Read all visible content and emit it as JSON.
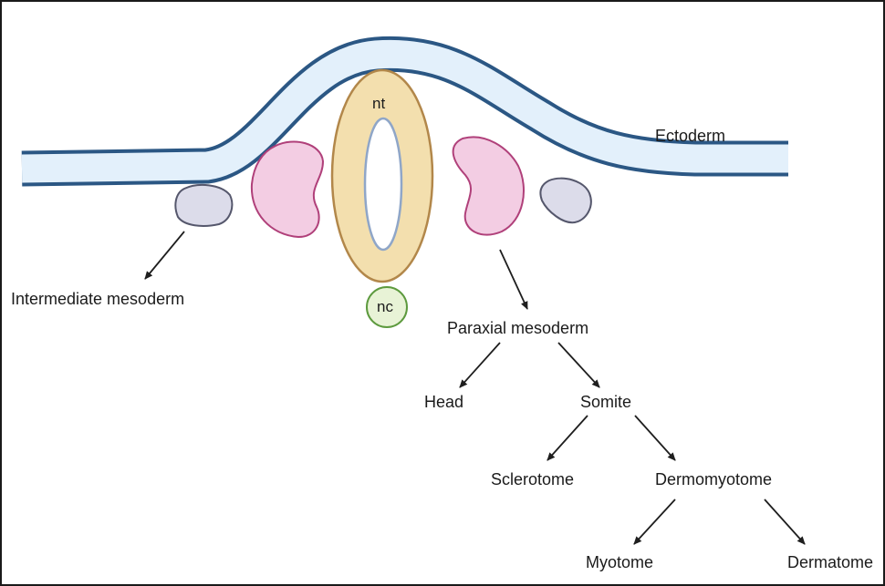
{
  "labels": {
    "ectoderm": "Ectoderm",
    "neural_tube": "nt",
    "notochord": "nc",
    "intermediate_mesoderm": "Intermediate mesoderm",
    "paraxial_mesoderm": "Paraxial mesoderm",
    "head": "Head",
    "somite": "Somite",
    "sclerotome": "Sclerotome",
    "dermomyotome": "Dermomyotome",
    "myotome": "Myotome",
    "dermatome": "Dermatome"
  },
  "colors": {
    "ectoderm_fill": "#e3f0fb",
    "ectoderm_edge": "#2b5784",
    "neural_tube_fill": "#f3dfae",
    "neural_tube_edge": "#b2874a",
    "neural_tube_lumen_edge": "#8fa6c8",
    "somite_fill": "#f3cde3",
    "somite_edge": "#b0407a",
    "intermediate_fill": "#dcdcea",
    "intermediate_edge": "#55576c",
    "notochord_fill": "#e8f3d6",
    "notochord_edge": "#5d9a3e",
    "arrow": "#1e1e1e"
  }
}
